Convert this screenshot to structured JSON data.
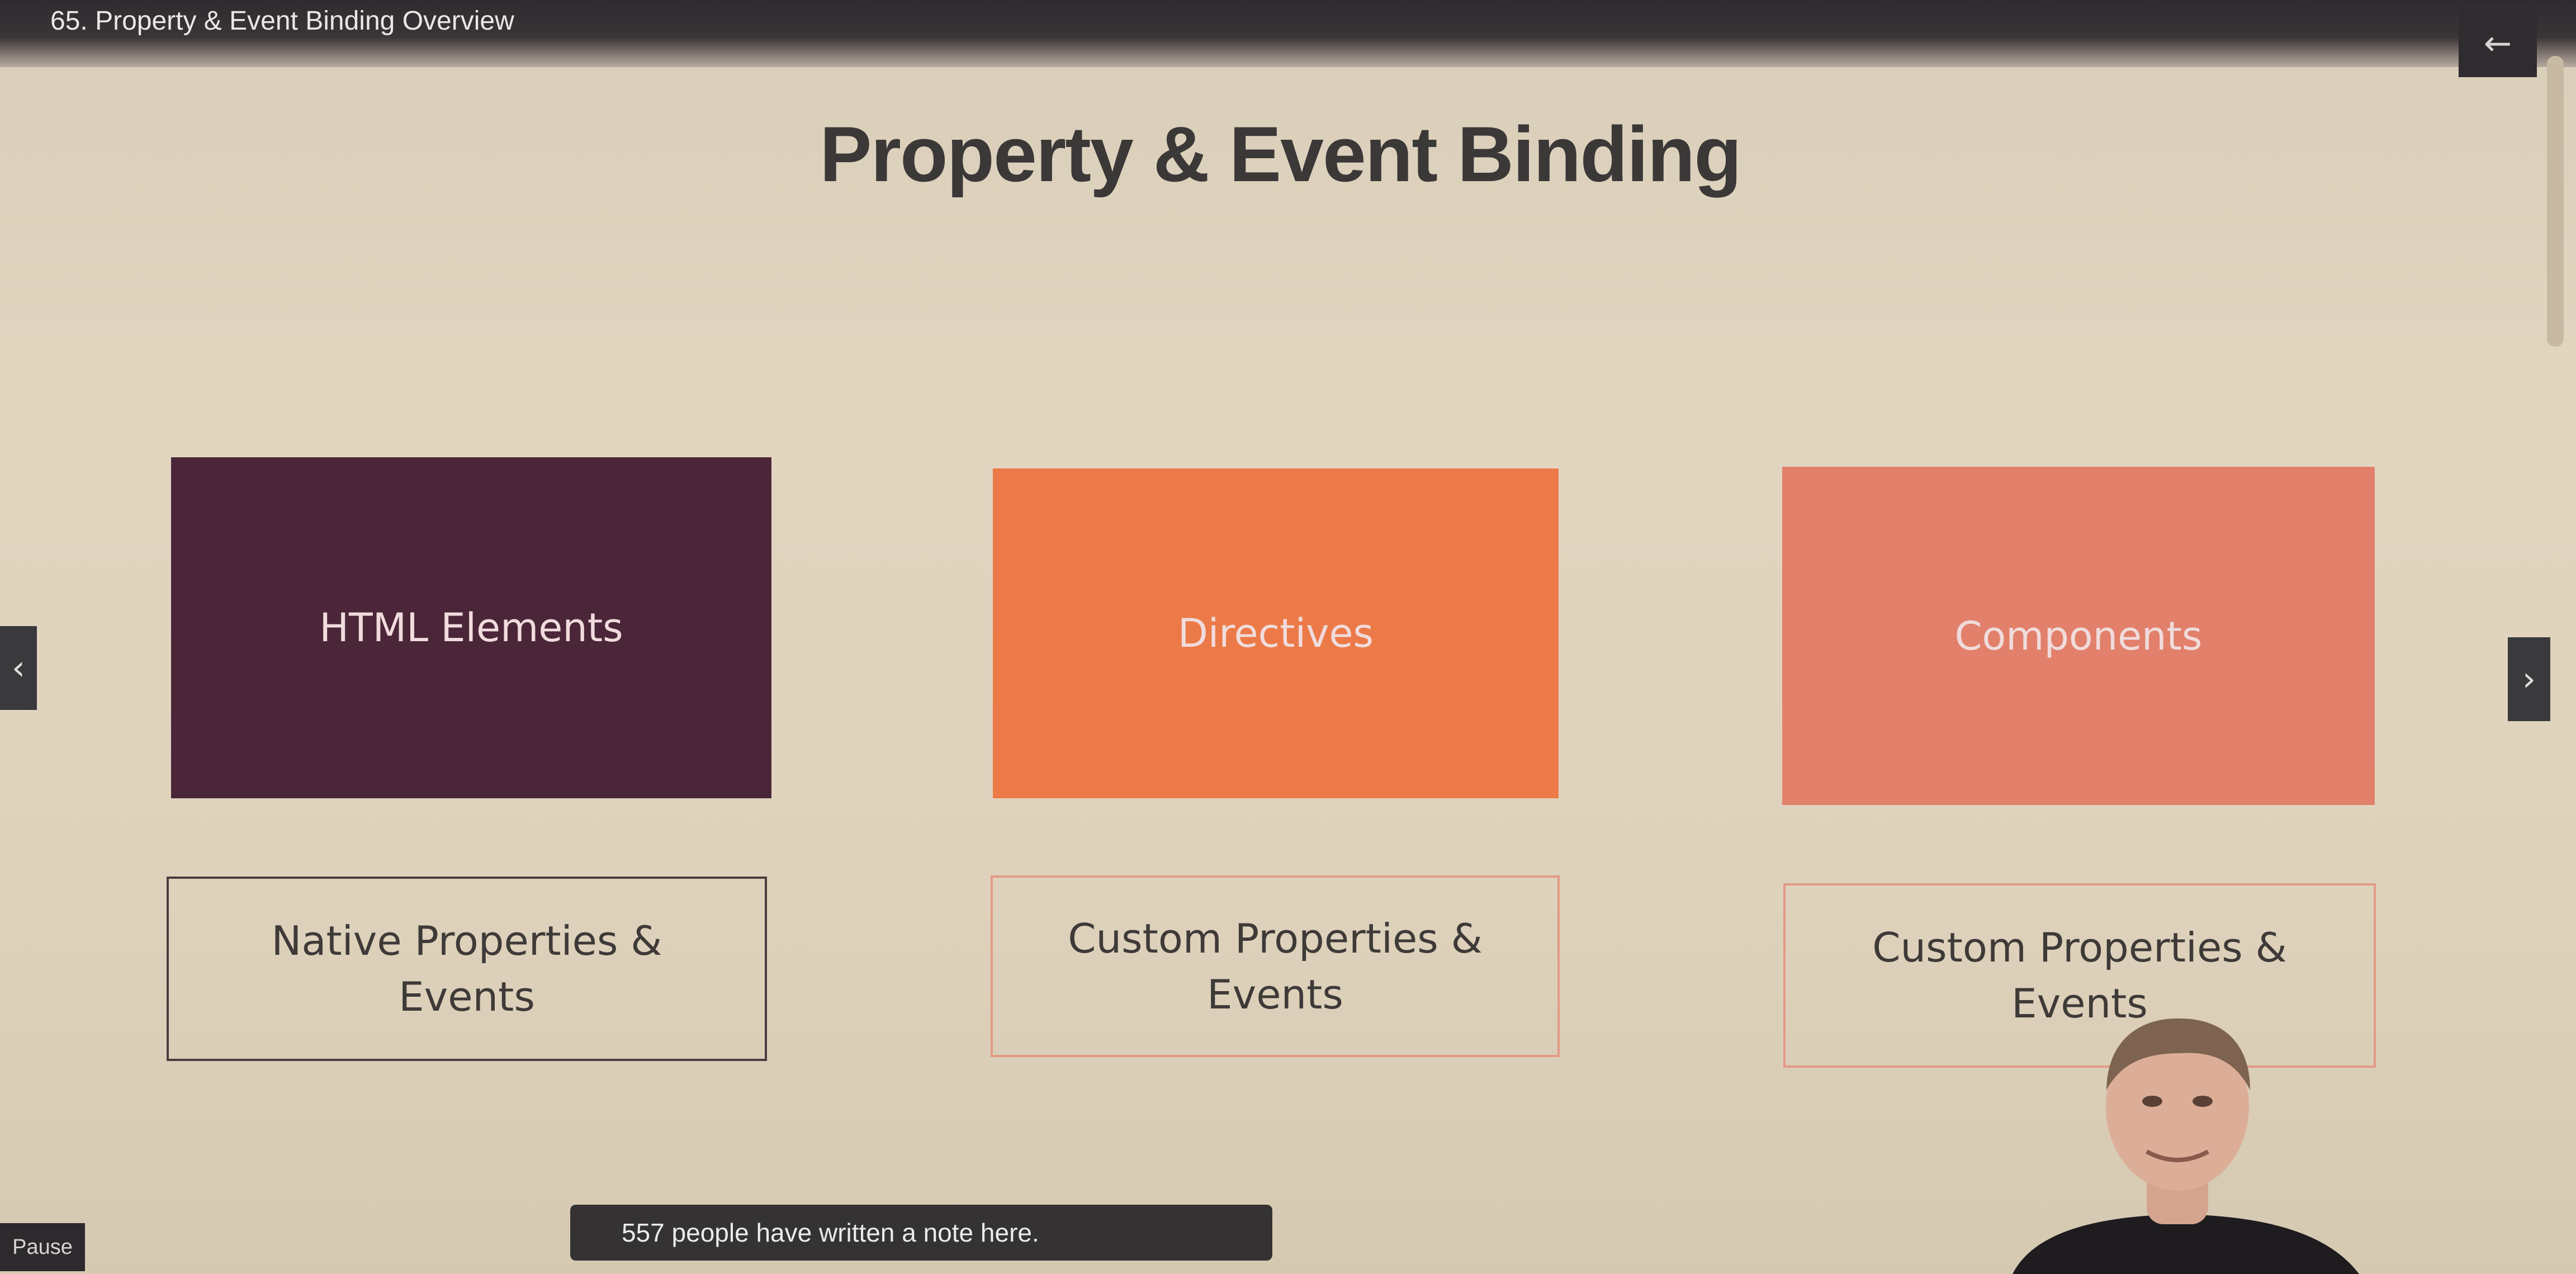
{
  "header": {
    "lecture_title": "65. Property & Event Binding Overview",
    "back_icon": "arrow-left-icon",
    "back_glyph": "←"
  },
  "slide": {
    "title": "Property & Event Binding",
    "columns": [
      {
        "box_label": "HTML Elements",
        "box_color": "#4b2639",
        "desc_line1": "Native Properties &",
        "desc_line2": "Events"
      },
      {
        "box_label": "Directives",
        "box_color": "#ec7a48",
        "desc_line1": "Custom Properties &",
        "desc_line2": "Events"
      },
      {
        "box_label": "Components",
        "box_color": "#e2806b",
        "desc_line1": "Custom Properties &",
        "desc_line2": "Events"
      }
    ]
  },
  "navigation": {
    "prev_icon": "chevron-left-icon",
    "prev_glyph": "‹",
    "next_icon": "chevron-right-icon",
    "next_glyph": "›"
  },
  "player": {
    "pause_label": "Pause",
    "note_banner": "557 people have written a note here."
  }
}
